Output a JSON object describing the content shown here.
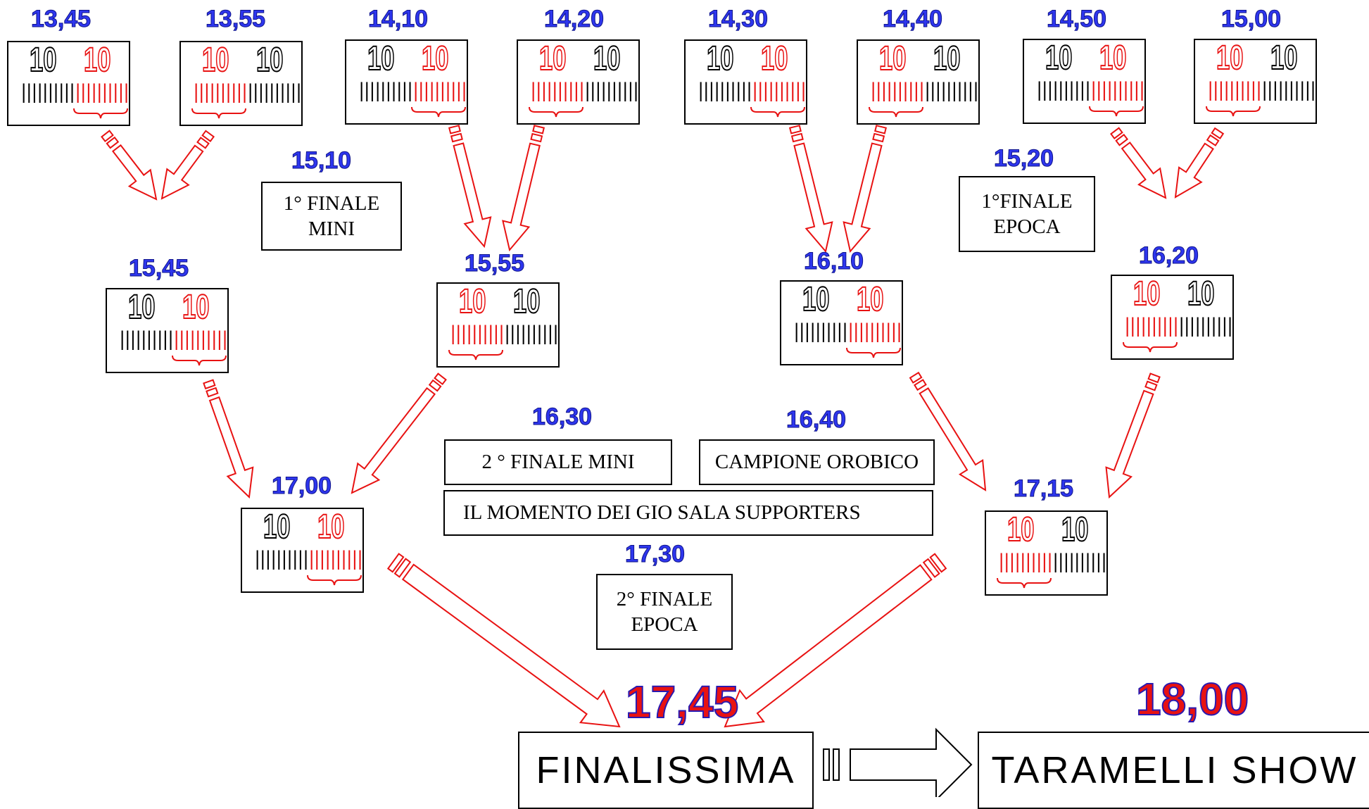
{
  "colors": {
    "arrow": "#e81212",
    "time": "#2e36ee",
    "winner": "#e81212"
  },
  "matches": [
    {
      "time": "13,45",
      "s1": "10",
      "s2": "10",
      "winner": 2
    },
    {
      "time": "13,55",
      "s1": "10",
      "s2": "10",
      "winner": 1
    },
    {
      "time": "14,10",
      "s1": "10",
      "s2": "10",
      "winner": 2
    },
    {
      "time": "14,20",
      "s1": "10",
      "s2": "10",
      "winner": 1
    },
    {
      "time": "14,30",
      "s1": "10",
      "s2": "10",
      "winner": 2
    },
    {
      "time": "14,40",
      "s1": "10",
      "s2": "10",
      "winner": 1
    },
    {
      "time": "14,50",
      "s1": "10",
      "s2": "10",
      "winner": 2
    },
    {
      "time": "15,00",
      "s1": "10",
      "s2": "10",
      "winner": 1
    },
    {
      "time": "15,45",
      "s1": "10",
      "s2": "10",
      "winner": 2
    },
    {
      "time": "15,55",
      "s1": "10",
      "s2": "10",
      "winner": 1
    },
    {
      "time": "16,10",
      "s1": "10",
      "s2": "10",
      "winner": 2
    },
    {
      "time": "16,20",
      "s1": "10",
      "s2": "10",
      "winner": 1
    },
    {
      "time": "17,00",
      "s1": "10",
      "s2": "10",
      "winner": 2
    },
    {
      "time": "17,15",
      "s1": "10",
      "s2": "10",
      "winner": 1
    }
  ],
  "events": {
    "finale_mini_1": {
      "time": "15,10",
      "label": "1° FINALE\nMINI"
    },
    "finale_epoca_1": {
      "time": "15,20",
      "label": "1°FINALE\nEPOCA"
    },
    "finale_mini_2": {
      "time": "16,30",
      "label": "2 ° FINALE MINI"
    },
    "campione_orobico": {
      "time": "16,40",
      "label": "CAMPIONE OROBICO"
    },
    "momento_gio": {
      "label": "IL MOMENTO DEI GIO SALA SUPPORTERS"
    },
    "finale_epoca_2": {
      "time": "17,30",
      "label": "2° FINALE\nEPOCA"
    }
  },
  "finalissima": {
    "time": "17,45",
    "label": "FINALISSIMA"
  },
  "show": {
    "time": "18,00",
    "label": "TARAMELLI SHOW"
  }
}
